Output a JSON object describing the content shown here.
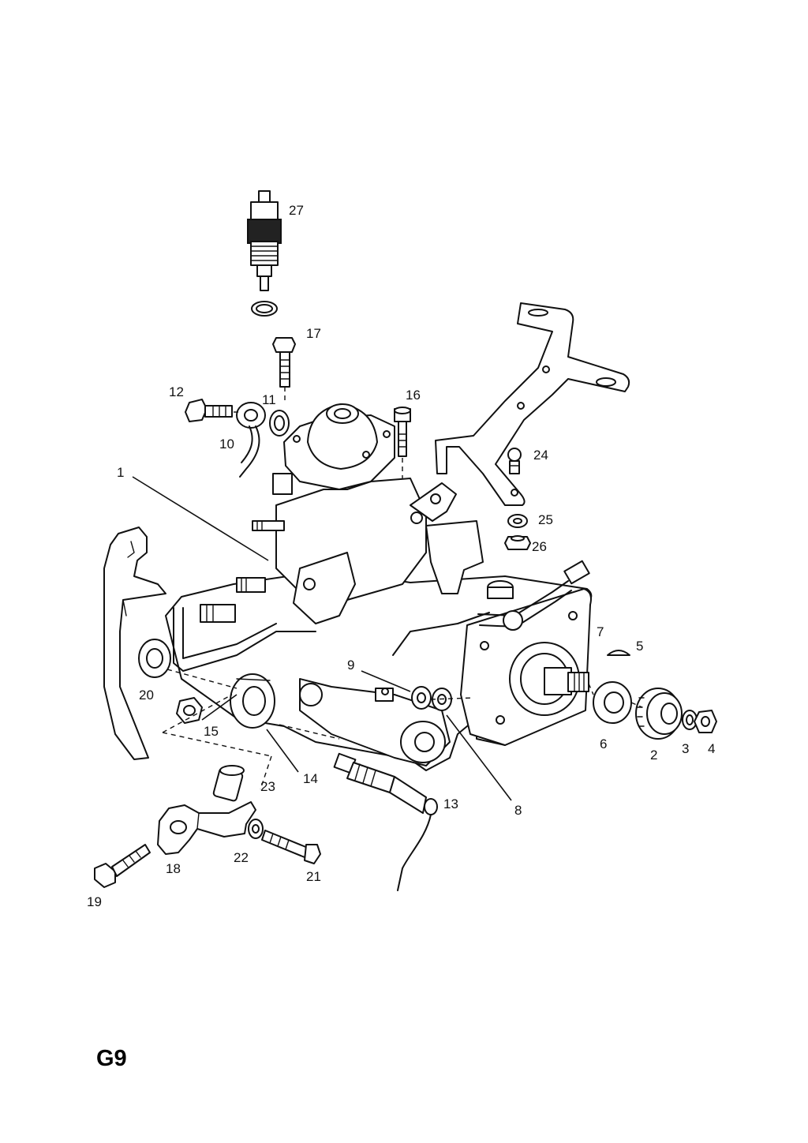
{
  "page_code": "G9",
  "callouts": {
    "c1": "1",
    "c2": "2",
    "c3": "3",
    "c4": "4",
    "c5": "5",
    "c6": "6",
    "c7": "7",
    "c8": "8",
    "c9": "9",
    "c10": "10",
    "c11": "11",
    "c12": "12",
    "c13": "13",
    "c14": "14",
    "c15": "15",
    "c16": "16",
    "c17": "17",
    "c18": "18",
    "c19": "19",
    "c20": "20",
    "c21": "21",
    "c22": "22",
    "c23": "23",
    "c24": "24",
    "c25": "25",
    "c26": "26",
    "c27": "27"
  }
}
